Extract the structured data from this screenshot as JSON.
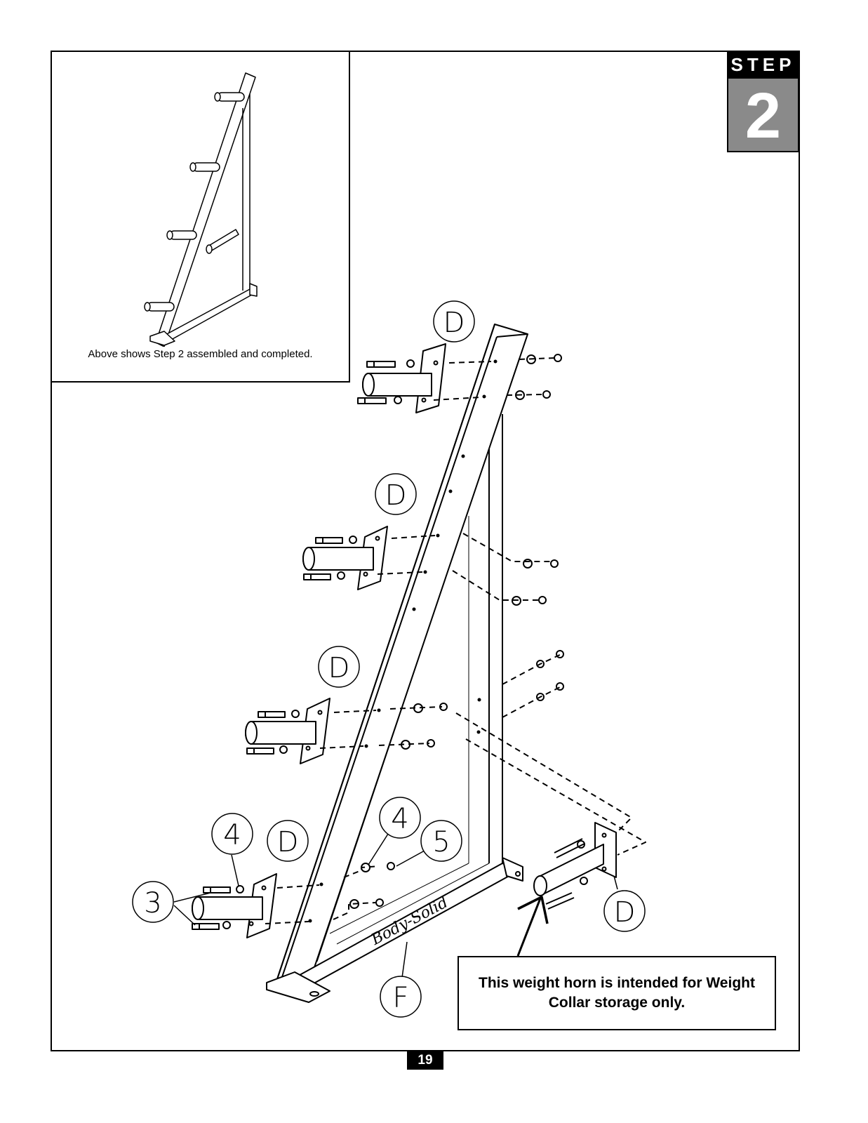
{
  "step": {
    "word": "STEP",
    "number": "2"
  },
  "inset": {
    "caption": "Above shows Step 2 assembled and completed."
  },
  "callouts": {
    "horn_top": "D",
    "horn_upper_mid": "D",
    "horn_lower_mid": "D",
    "horn_bottom": "D",
    "horn_collar": "D",
    "bolt": "3",
    "washer_left": "4",
    "washer_right": "4",
    "nut": "5",
    "frame": "F"
  },
  "note": {
    "text": "This weight horn is intended for Weight Collar storage only."
  },
  "page_number": "19"
}
